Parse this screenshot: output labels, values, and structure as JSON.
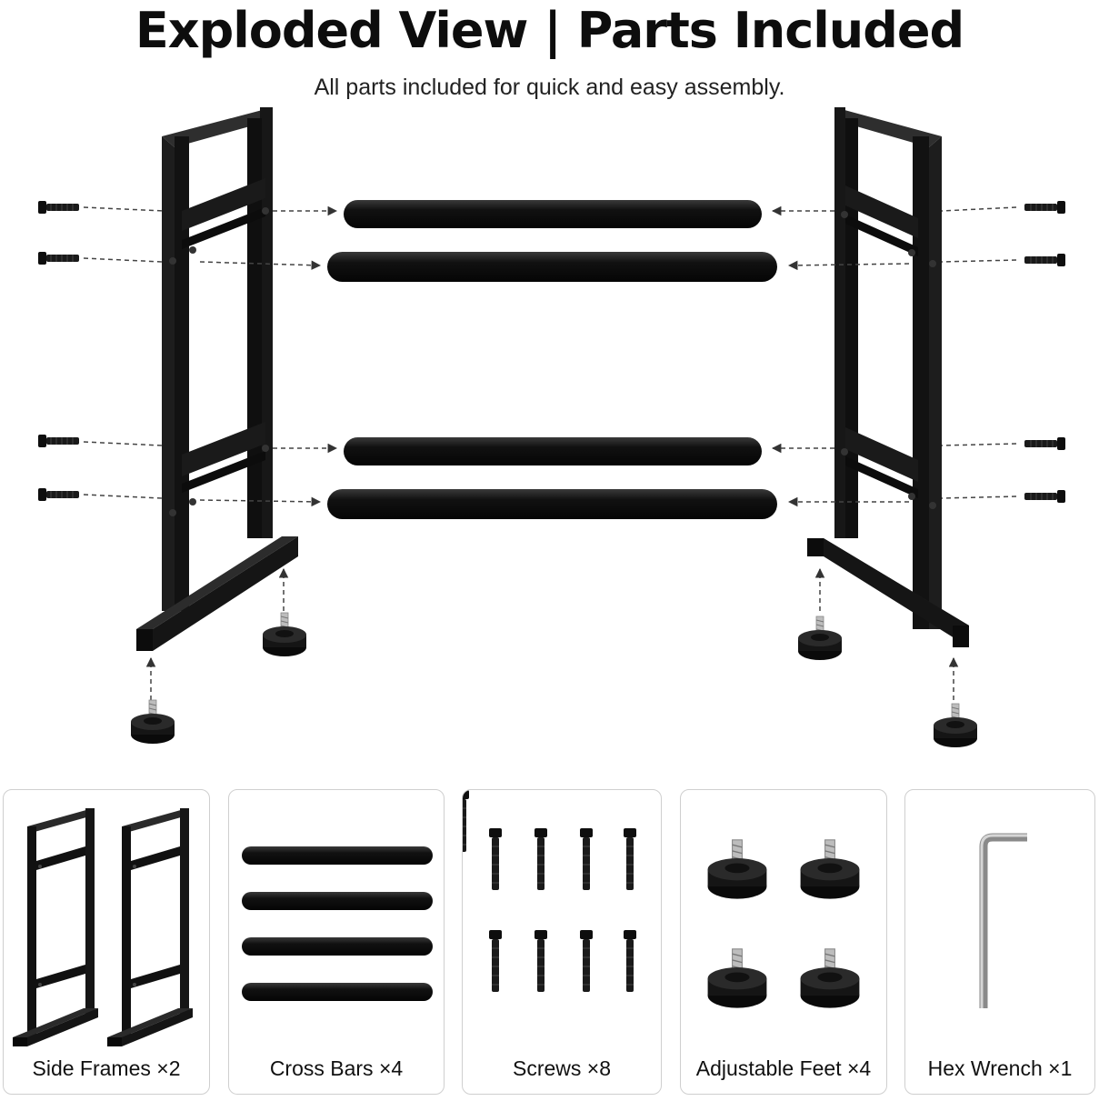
{
  "header": {
    "title": "Exploded View | Parts Included",
    "subtitle": "All parts included for quick and easy assembly."
  },
  "parts": [
    {
      "label": "Side Frames ×2",
      "icon": "side-frame-icon"
    },
    {
      "label": "Cross Bars ×4",
      "icon": "cross-bar-icon"
    },
    {
      "label": "Screws ×8",
      "icon": "screw-icon"
    },
    {
      "label": "Adjustable Feet ×4",
      "icon": "adjustable-foot-icon"
    },
    {
      "label": "Hex Wrench ×1",
      "icon": "hex-wrench-icon"
    }
  ],
  "colors": {
    "metal": "#141414",
    "metal_edge": "#3a3a3a",
    "thread": "#b9b9b9",
    "card_border": "#cfcfcf",
    "guide_line": "#444444"
  }
}
